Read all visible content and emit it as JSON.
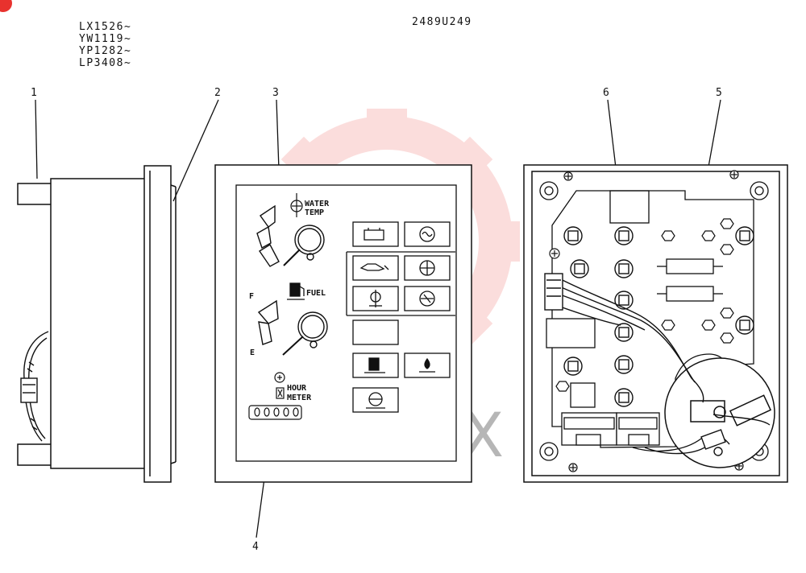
{
  "drawing_number": "2489U249",
  "serial_ranges": [
    "LX1526~",
    "YW1119~",
    "YP1282~",
    "LP3408~"
  ],
  "callouts": [
    "1",
    "2",
    "3",
    "4",
    "5",
    "6"
  ],
  "panel": {
    "water_temp_label_line1": "WATER",
    "water_temp_label_line2": "TEMP",
    "fuel_label": "FUEL",
    "fuel_full_marker": "F",
    "fuel_empty_marker": "E",
    "hour_meter_label_line1": "HOUR",
    "hour_meter_label_line2": "METER"
  },
  "watermark": {
    "text": "ИНТЕХ",
    "color": "#e8322e"
  },
  "colors": {
    "line": "#111111",
    "watermark": "#e8322e"
  }
}
